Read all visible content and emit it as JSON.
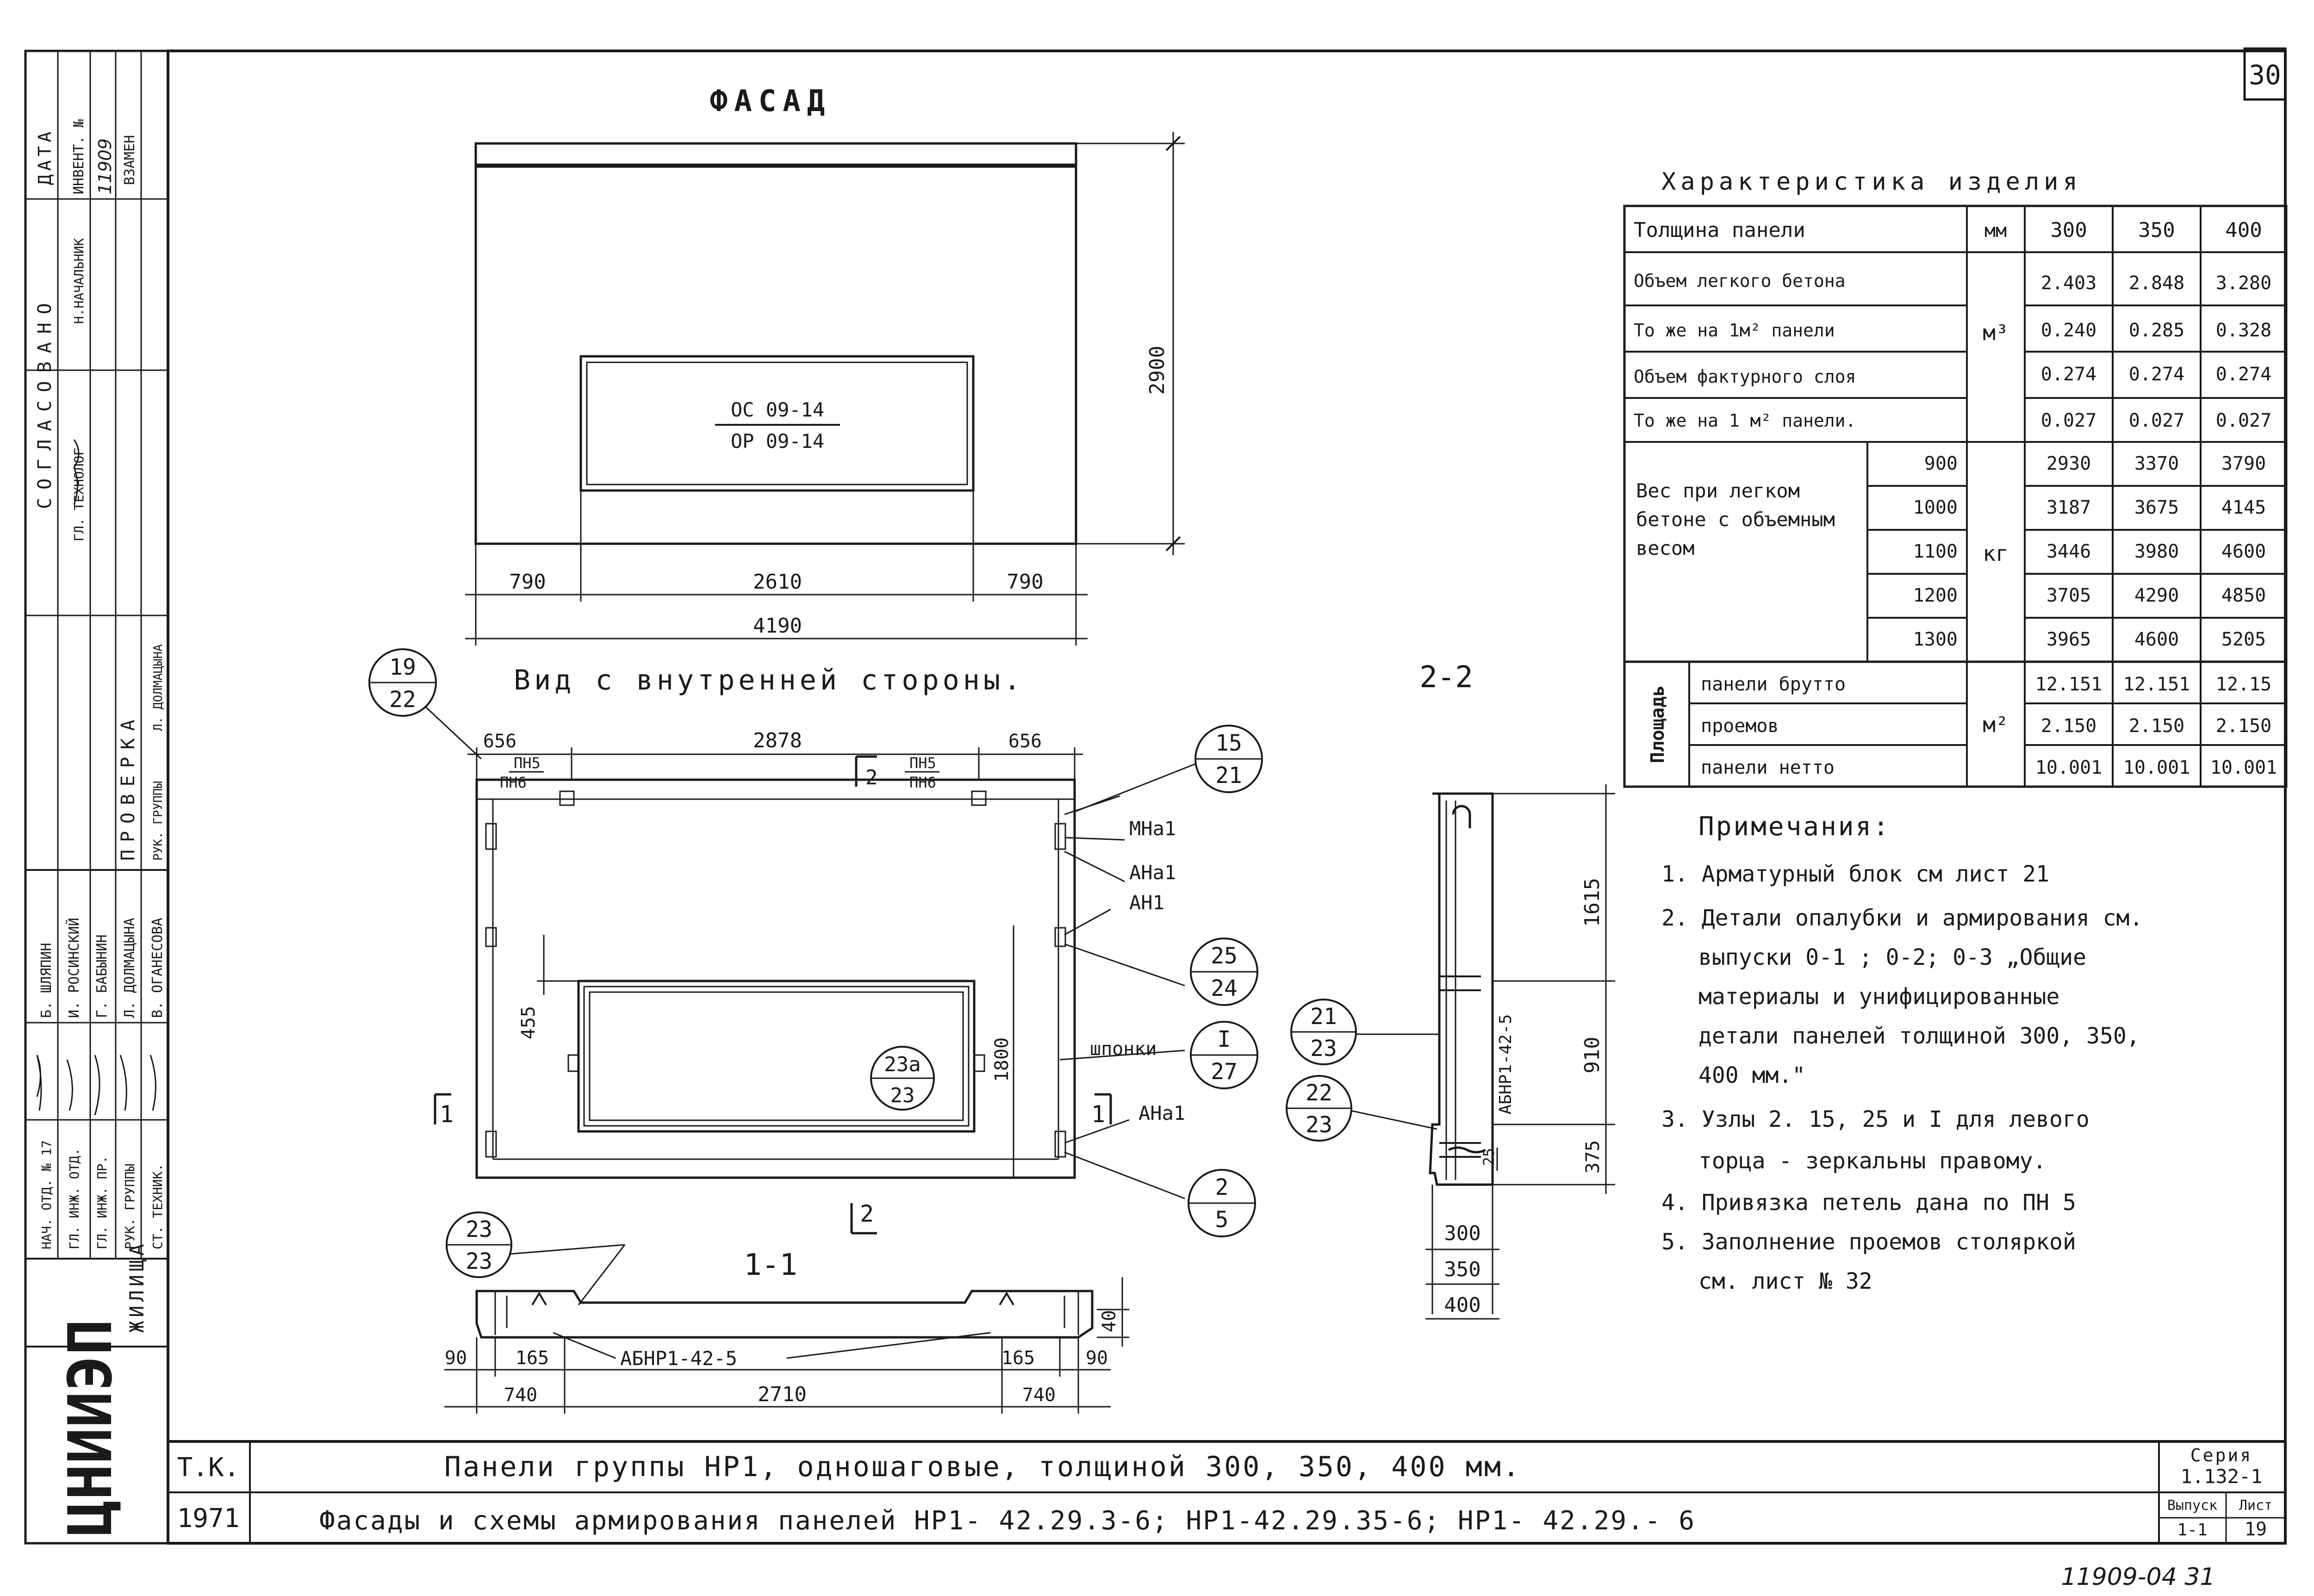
{
  "sheet_corner_number": "30",
  "facade": {
    "title": "ФАСАД",
    "window_label_top": "ОС 09-14",
    "window_label_bottom": "ОР 09-14",
    "dim_height": "2900",
    "dim_left": "790",
    "dim_mid": "2610",
    "dim_right": "790",
    "dim_total": "4190"
  },
  "inner_view": {
    "title": "Вид с внутренней стороны.",
    "dim_top_left": "656",
    "dim_top_mid": "2878",
    "dim_top_right": "656",
    "pn5_left": "ПН5",
    "pn6_left": "ПН6",
    "pn5_right": "ПН5",
    "pn6_right": "ПН6",
    "dim_455": "455",
    "dim_1800": "1800",
    "label_mna1": "МНа1",
    "label_ana1_top": "АНа1",
    "label_an1": "АН1",
    "label_shponki": "шпонки",
    "label_ana1_bottom": "АНа1",
    "cut_1_left": "1",
    "cut_1_right": "1",
    "cut_2_top": "2",
    "cut_2_bottom": "2",
    "callout_19_22": [
      "19",
      "22"
    ],
    "callout_15_21": [
      "15",
      "21"
    ],
    "callout_25_24": [
      "25",
      "24"
    ],
    "callout_I_27": [
      "I",
      "27"
    ],
    "callout_2_5": [
      "2",
      "5"
    ],
    "callout_23a_23": [
      "23а",
      "23"
    ]
  },
  "section_11": {
    "title": "1-1",
    "callout": [
      "23",
      "23"
    ],
    "label_block": "АБНР1-42-5",
    "dim_40": "40",
    "dim_90_left": "90",
    "dim_165_left": "165",
    "dim_740_left": "740",
    "dim_2710": "2710",
    "dim_165_right": "165",
    "dim_90_right": "90",
    "dim_740_right": "740"
  },
  "section_22": {
    "title": "2-2",
    "dim_1615": "1615",
    "dim_910": "910",
    "dim_375": "375",
    "dim_25": "25",
    "label_block": "АБНР1-42-5",
    "callout_21_23": [
      "21",
      "23"
    ],
    "callout_22_23": [
      "22",
      "23"
    ],
    "thickness": [
      "300",
      "350",
      "400"
    ]
  },
  "characteristics": {
    "title": "Характеристика изделия",
    "header": [
      "Толщина панели",
      "мм",
      "300",
      "350",
      "400"
    ],
    "rows": [
      {
        "label": "Объем легкого бетона",
        "values": [
          "2.403",
          "2.848",
          "3.280"
        ]
      },
      {
        "label": "То же на 1м² панели",
        "values": [
          "0.240",
          "0.285",
          "0.328"
        ]
      },
      {
        "label": "Объем фактурного слоя",
        "values": [
          "0.274",
          "0.274",
          "0.274"
        ]
      },
      {
        "label": "То же на 1 м² панели.",
        "values": [
          "0.027",
          "0.027",
          "0.027"
        ]
      }
    ],
    "unit_m3": "м³",
    "weight_label": "Вес при легком бетоне с объемным весом",
    "unit_kg": "кг",
    "weight_rows": [
      {
        "density": "900",
        "values": [
          "2930",
          "3370",
          "3790"
        ]
      },
      {
        "density": "1000",
        "values": [
          "3187",
          "3675",
          "4145"
        ]
      },
      {
        "density": "1100",
        "values": [
          "3446",
          "3980",
          "4600"
        ]
      },
      {
        "density": "1200",
        "values": [
          "3705",
          "4290",
          "4850"
        ]
      },
      {
        "density": "1300",
        "values": [
          "3965",
          "4600",
          "5205"
        ]
      }
    ],
    "area_label": "Площадь",
    "unit_m2": "м²",
    "area_rows": [
      {
        "label": "панели брутто",
        "values": [
          "12.151",
          "12.151",
          "12.15"
        ]
      },
      {
        "label": "проемов",
        "values": [
          "2.150",
          "2.150",
          "2.150"
        ]
      },
      {
        "label": "панели нетто",
        "values": [
          "10.001",
          "10.001",
          "10.001"
        ]
      }
    ]
  },
  "notes": {
    "title": "Примечания:",
    "lines": [
      "1. Арматурный блок см лист 21",
      "2. Детали опалубки и армирования см.",
      "выпуски 0-1 ; 0-2; 0-3 „Общие",
      "материалы и унифицированные",
      "детали панелей толщиной 300, 350,",
      "400 мм.\"",
      "3. Узлы 2. 15, 25 и I для левого",
      "торца - зеркальны правому.",
      "4. Привязка петель дана по ПН 5",
      "5. Заполнение проемов столяркой",
      "см. лист № 32"
    ]
  },
  "left_strip": {
    "soglasovano": "СОГЛАСОВАНО",
    "data": "ДАТА",
    "gl_tehnolog": "ГЛ. ТЕХНОЛОГ",
    "nachalnik": "Н.НАЧАЛЬНИК",
    "invent": "ИНВЕНТ. №",
    "invent_no": "11909",
    "vzamen": "ВЗАМЕН",
    "proverka": "ПРОВЕРКА",
    "ruk_gruppy": "РУК. ГРУППЫ",
    "ruk_gruppy_name": "Л. ДОЛМАЦЫНА",
    "staff_roles": [
      "НАЧ. ОТД. № 17",
      "ГЛ. ИНЖ. ОТД.",
      "ГЛ. ИНЖ. ПР.",
      "РУК. ГРУППЫ",
      "СТ. ТЕХНИК."
    ],
    "staff_names": [
      "Б. ШЛЯПИН",
      "И. РОСИНСКИЙ",
      "Г. БАБЫНИН",
      "Л. ДОЛМАЦЫНА",
      "В. ОГАНЕСОВА"
    ],
    "org": "ЦНИИЭП",
    "org_sub": "ЖИЛИЩА"
  },
  "title_block": {
    "tk": "Т.К.",
    "year": "1971",
    "line1": "Панели группы НР1, одношаговые, толщиной 300, 350, 400 мм.",
    "line2": "Фасады и схемы армирования панелей НР1- 42.29.3-6; НР1-42.29.35-6; НР1- 42.29.- 6",
    "seria_label": "Серия",
    "seria_value": "1.132-1",
    "vypusk_label": "Выпуск",
    "vypusk_value": "1-1",
    "list_label": "Лист",
    "list_value": "19"
  },
  "footer_note": "11909-04   31"
}
